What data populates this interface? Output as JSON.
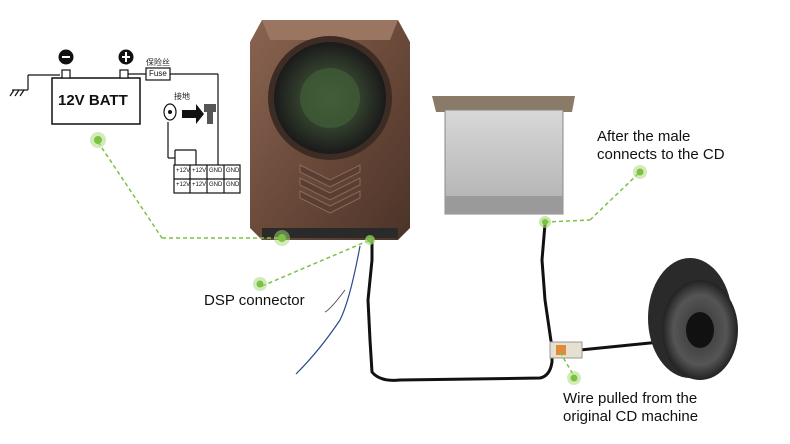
{
  "battery": {
    "label": "12V BATT",
    "minus": "−",
    "plus": "+"
  },
  "fuse": {
    "label": "Fuse",
    "cn_label": "保险丝"
  },
  "ground": {
    "cn_label": "接地"
  },
  "terminal_block": {
    "rows": [
      [
        "+12V",
        "+12V",
        "GND",
        "GND"
      ],
      [
        "+12V",
        "+12V",
        "GND",
        "GND"
      ]
    ]
  },
  "callouts": {
    "after_male": [
      "After the male",
      "connects to the CD"
    ],
    "dsp": "DSP connector",
    "wire": [
      "Wire pulled from the",
      "original CD machine"
    ]
  },
  "colors": {
    "callout_green": "#7cc242",
    "subwoofer_body": "#6b4a3a",
    "cd_box": "#c9c9c9"
  }
}
